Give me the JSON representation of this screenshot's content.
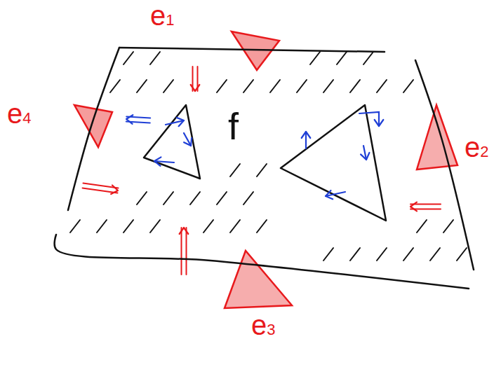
{
  "diagram": {
    "nodes": [
      {
        "text": [
          "f"
        ]
      }
    ],
    "labels": [
      "e1",
      "e2",
      "e3",
      "e4"
    ]
  }
}
